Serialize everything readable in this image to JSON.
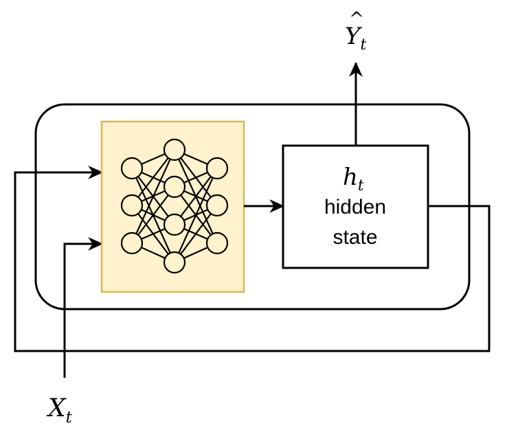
{
  "output": {
    "symbol": "Y",
    "hat": "^",
    "subscript": "t"
  },
  "input": {
    "symbol": "X",
    "subscript": "t"
  },
  "hidden_state": {
    "symbol": "h",
    "subscript": "t",
    "line1": "hidden",
    "line2": "state"
  },
  "colors": {
    "stroke": "#000000",
    "nn_fill": "#fff2cc",
    "nn_border": "#d6b656",
    "background": "#ffffff"
  },
  "icons": {
    "network": "neural-network-icon"
  }
}
